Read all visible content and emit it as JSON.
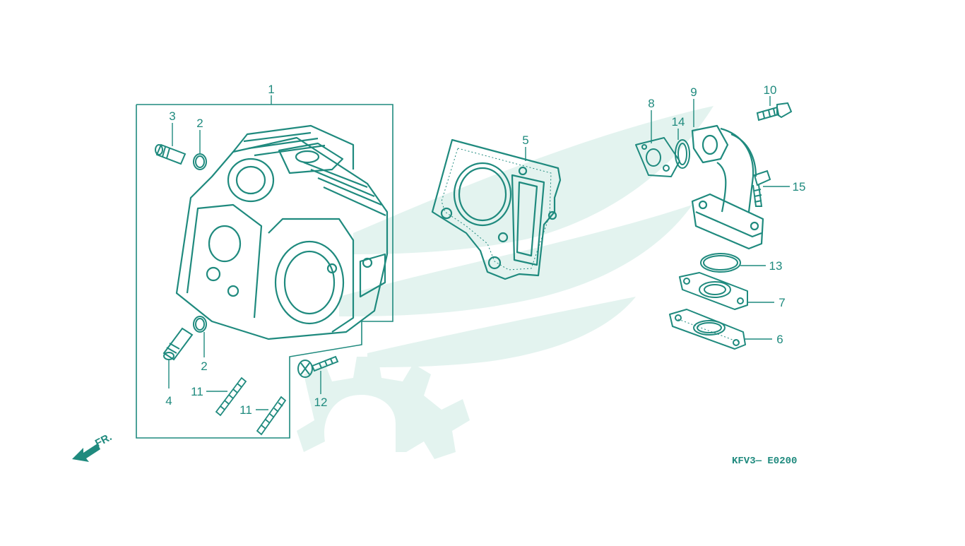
{
  "diagram": {
    "drawing_code": "KFV3— E0200",
    "front_indicator": "FR.",
    "callouts": [
      {
        "id": "c1",
        "label": "1"
      },
      {
        "id": "c2a",
        "label": "2"
      },
      {
        "id": "c2b",
        "label": "2"
      },
      {
        "id": "c3",
        "label": "3"
      },
      {
        "id": "c4",
        "label": "4"
      },
      {
        "id": "c5",
        "label": "5"
      },
      {
        "id": "c6",
        "label": "6"
      },
      {
        "id": "c7",
        "label": "7"
      },
      {
        "id": "c8",
        "label": "8"
      },
      {
        "id": "c9",
        "label": "9"
      },
      {
        "id": "c10",
        "label": "10"
      },
      {
        "id": "c11a",
        "label": "11"
      },
      {
        "id": "c11b",
        "label": "11"
      },
      {
        "id": "c12",
        "label": "12"
      },
      {
        "id": "c13",
        "label": "13"
      },
      {
        "id": "c14",
        "label": "14"
      },
      {
        "id": "c15",
        "label": "15"
      }
    ],
    "colors": {
      "line": "#1f8a7e",
      "watermark": "#e3f3ef",
      "background": "#ffffff"
    }
  }
}
